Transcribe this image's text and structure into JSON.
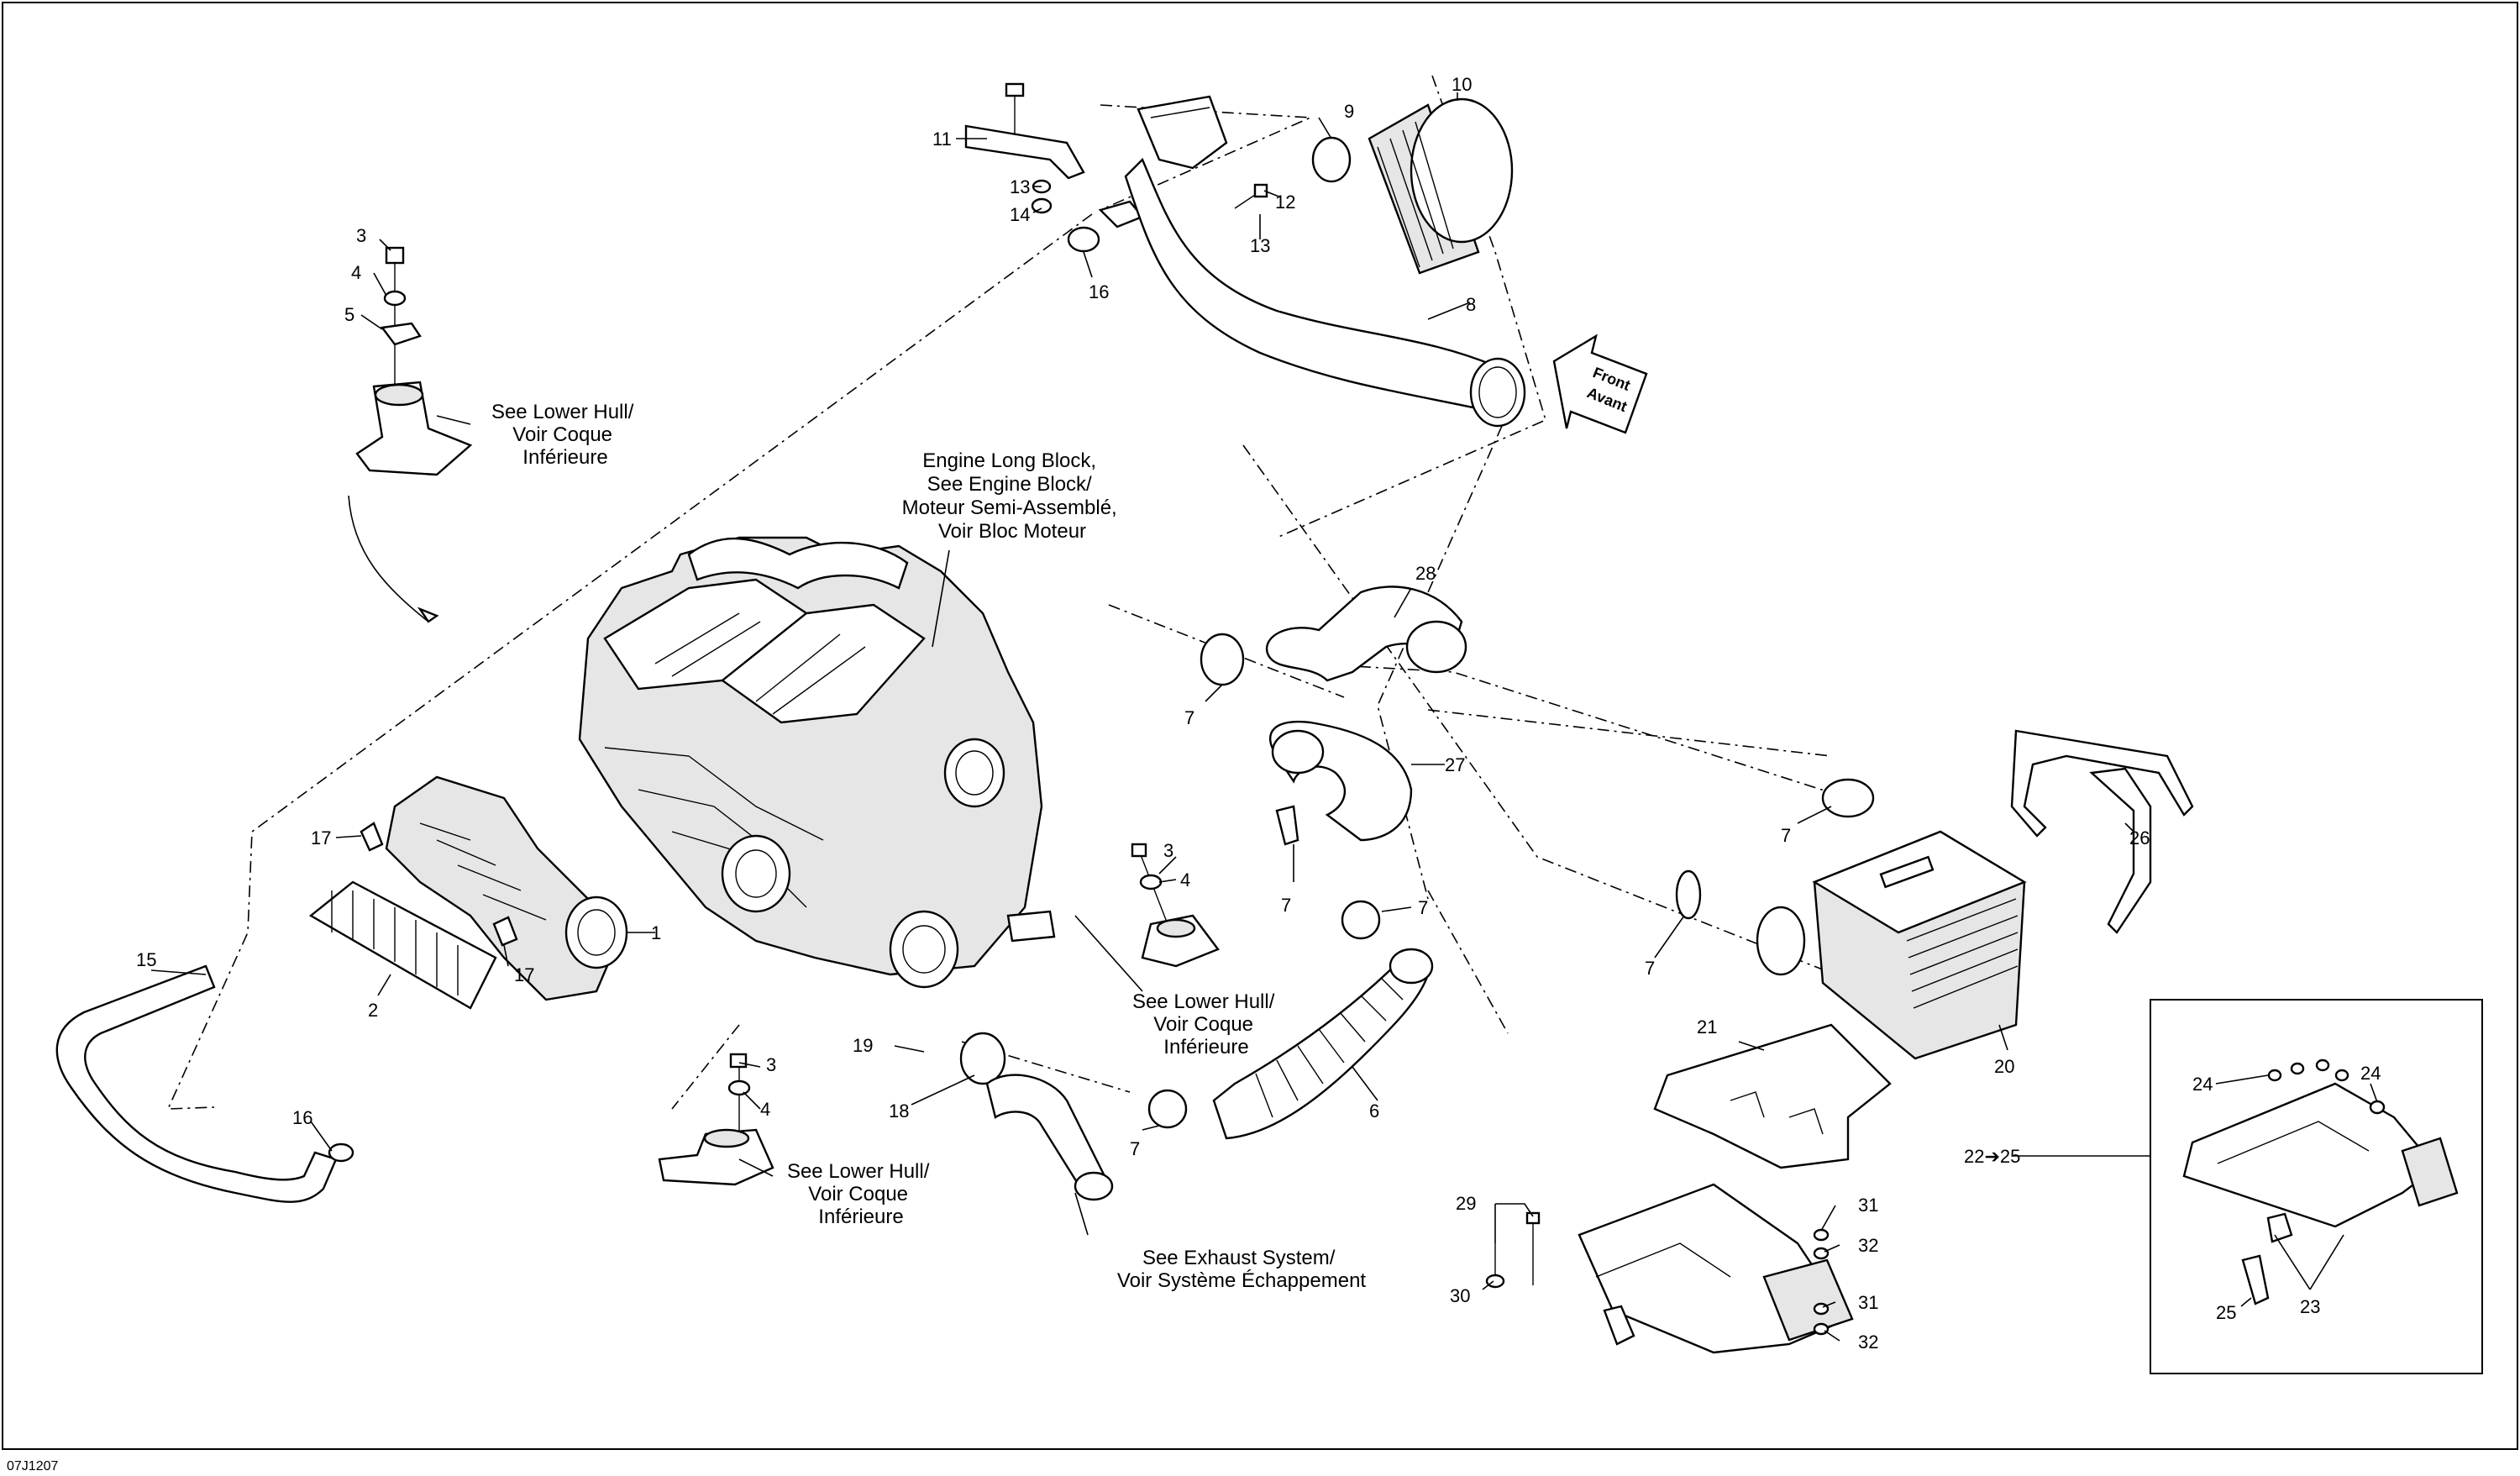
{
  "drawing_id": "07J1207",
  "arrow_label": {
    "line1": "Front",
    "line2": "Avant"
  },
  "notes": {
    "engine_long_block": [
      "Engine Long Block,",
      "See Engine Block/",
      "Moteur Semi-Assemblé,",
      "Voir Bloc Moteur"
    ],
    "lower_hull_top_left": [
      "See Lower Hull/",
      "Voir Coque",
      "Inférieure"
    ],
    "lower_hull_center": [
      "See Lower Hull/",
      "Voir Coque",
      "Inférieure"
    ],
    "lower_hull_bottom": [
      "See Lower Hull/",
      "Voir Coque",
      "Inférieure"
    ],
    "exhaust_system": [
      "See Exhaust System/",
      "Voir Système Échappement"
    ]
  },
  "callouts": {
    "c1": "1",
    "c2": "2",
    "c3a": "3",
    "c3b": "3",
    "c3c": "3",
    "c4a": "4",
    "c4b": "4",
    "c4c": "4",
    "c5": "5",
    "c6": "6",
    "c7a": "7",
    "c7b": "7",
    "c7c": "7",
    "c7d": "7",
    "c7e": "7",
    "c7f": "7",
    "c8": "8",
    "c9": "9",
    "c10": "10",
    "c11": "11",
    "c12": "12",
    "c13a": "13",
    "c13b": "13",
    "c14": "14",
    "c15": "15",
    "c16a": "16",
    "c16b": "16",
    "c17a": "17",
    "c17b": "17",
    "c18": "18",
    "c19": "19",
    "c20": "20",
    "c21": "21",
    "c22_25": "22➔25",
    "c23": "23",
    "c24a": "24",
    "c24b": "24",
    "c25": "25",
    "c26": "26",
    "c27": "27",
    "c28": "28",
    "c29": "29",
    "c30": "30",
    "c31a": "31",
    "c31b": "31",
    "c32a": "32",
    "c32b": "32"
  }
}
